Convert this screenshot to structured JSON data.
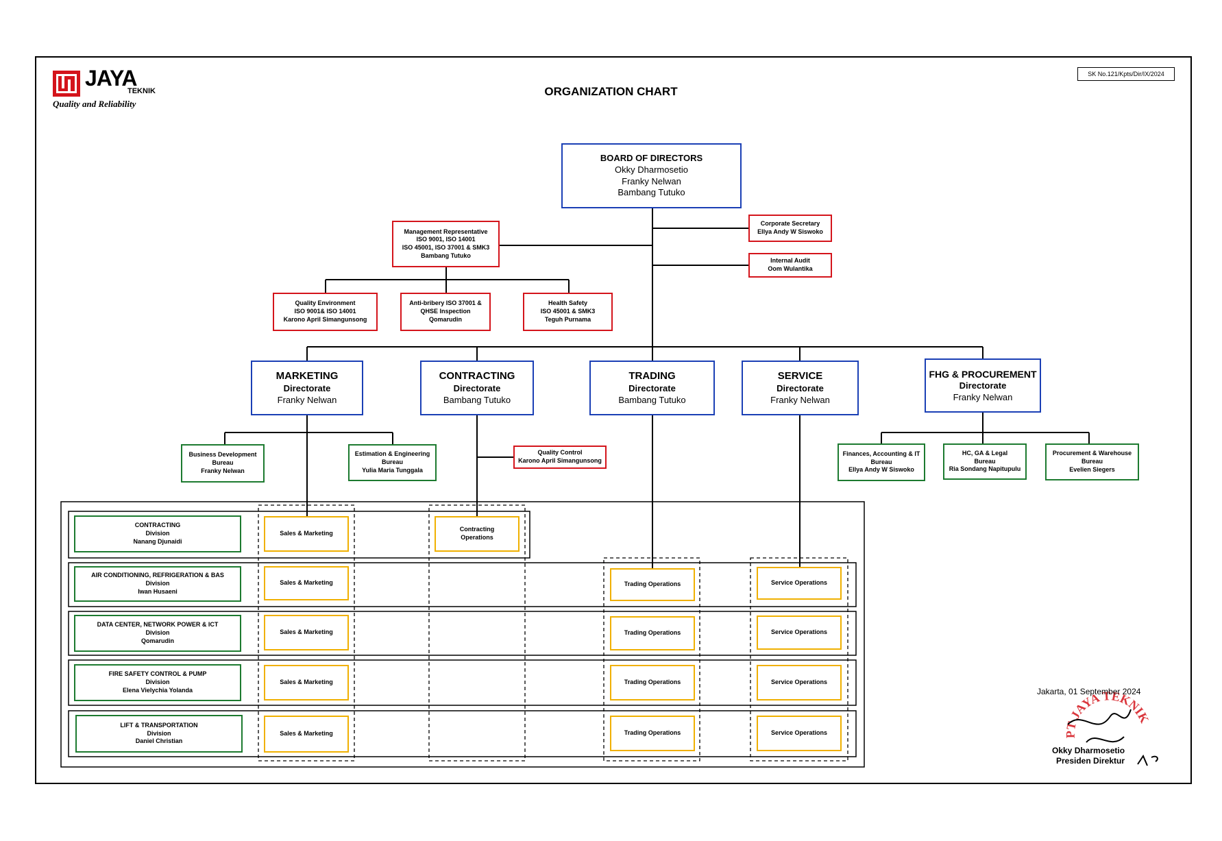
{
  "header": {
    "logo_word": "JAYA",
    "logo_sub": "TEKNIK",
    "logo_tagline": "Quality and Reliability",
    "title": "ORGANIZATION CHART",
    "sk_number": "SK No.121/Kpts/Dir/IX/2024"
  },
  "board": {
    "title": "BOARD OF DIRECTORS",
    "members": [
      "Okky Dharmosetio",
      "Franky Nelwan",
      "Bambang Tutuko"
    ]
  },
  "staff": {
    "corporate_secretary": {
      "title": "Corporate Secretary",
      "name": "Ellya  Andy W Siswoko"
    },
    "internal_audit": {
      "title": "Internal Audit",
      "name": "Oom Wulantika"
    }
  },
  "mgmt_rep": {
    "lines": [
      "Management Representative",
      "ISO 9001, ISO 14001",
      "ISO 45001, ISO 37001 & SMK3",
      "Bambang Tutuko"
    ]
  },
  "mgmt_units": [
    {
      "lines": [
        "Quality Environment",
        "ISO 9001& ISO 14001",
        "Karono April Simangunsong"
      ]
    },
    {
      "lines": [
        "Anti-bribery  ISO 37001 &",
        "QHSE Inspection",
        "Qomarudin"
      ]
    },
    {
      "lines": [
        "Health Safety",
        "ISO 45001 & SMK3",
        "Teguh Purnama"
      ]
    }
  ],
  "directorates": [
    {
      "title": "MARKETING",
      "sub": "Directorate",
      "name": "Franky Nelwan"
    },
    {
      "title": "CONTRACTING",
      "sub": "Directorate",
      "name": "Bambang Tutuko"
    },
    {
      "title": "TRADING",
      "sub": "Directorate",
      "name": "Bambang Tutuko"
    },
    {
      "title": "SERVICE",
      "sub": "Directorate",
      "name": "Franky Nelwan"
    },
    {
      "title": "FHG & PROCUREMENT",
      "sub": "Directorate",
      "name": "Franky Nelwan"
    }
  ],
  "bureaus": {
    "business_dev": {
      "lines": [
        "Business Development",
        "Bureau",
        "Franky Nelwan"
      ]
    },
    "estimation": {
      "lines": [
        "Estimation & Engineering",
        "Bureau",
        "Yulia Maria Tunggala"
      ]
    },
    "quality_control": {
      "lines": [
        "Quality Control",
        "Karono April Simangunsong"
      ]
    },
    "finance": {
      "lines": [
        "Finances, Accounting & IT",
        "Bureau",
        "Ellya Andy W Siswoko"
      ]
    },
    "hc": {
      "lines": [
        "HC, GA & Legal",
        "Bureau",
        "Ria Sondang Napitupulu"
      ]
    },
    "procurement": {
      "lines": [
        "Procurement & Warehouse",
        "Bureau",
        "Evelien Siegers"
      ]
    }
  },
  "divisions": [
    {
      "title": "CONTRACTING",
      "sub": "Division",
      "name": "Nanang Djunaidi"
    },
    {
      "title": "AIR CONDITIONING, REFRIGERATION & BAS",
      "sub": "Division",
      "name": "Iwan Husaeni"
    },
    {
      "title": "DATA CENTER, NETWORK POWER & ICT",
      "sub": "Division",
      "name": "Qomarudin"
    },
    {
      "title": "FIRE SAFETY CONTROL & PUMP",
      "sub": "Division",
      "name": "Elena Vielychia Yolanda"
    },
    {
      "title": "LIFT & TRANSPORTATION",
      "sub": "Division",
      "name": "Daniel Christian"
    }
  ],
  "ops": {
    "sales": "Sales & Marketing",
    "contracting_ops": [
      "Contracting",
      "Operations"
    ],
    "trading": "Trading Operations",
    "service": "Service Operations"
  },
  "signature": {
    "date": "Jakarta, 01 September 2024",
    "name": "Okky Dharmosetio",
    "title": "Presiden Direktur",
    "stamp_text": "PT JAYA TEKNIK"
  },
  "colors": {
    "blue": "#1a3fb5",
    "red": "#d4141b",
    "green": "#1c7a2f",
    "yellow": "#f0b000"
  }
}
